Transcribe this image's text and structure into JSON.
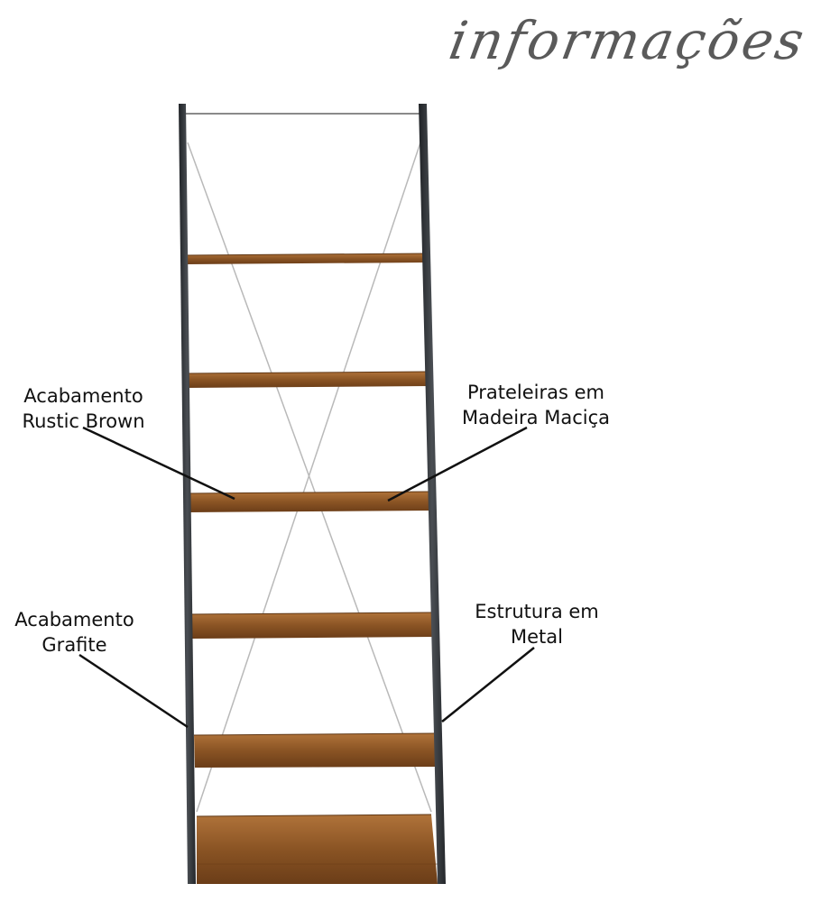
{
  "header": {
    "title": "informações"
  },
  "callouts": {
    "finish_brown": {
      "line1": "Acabamento",
      "line2": "Rustic Brown"
    },
    "shelves": {
      "line1": "Prateleiras em",
      "line2": "Madeira Maciça"
    },
    "finish_graphite": {
      "line1": "Acabamento",
      "line2": "Grafite"
    },
    "structure": {
      "line1": "Estrutura em",
      "line2": "Metal"
    }
  },
  "colors": {
    "metal": "#2f3236",
    "wood": "#8a5424",
    "wood_dark": "#5e3614",
    "wood_light": "#a86c34",
    "wire": "#b9b9b9",
    "callout_line": "#111111"
  }
}
